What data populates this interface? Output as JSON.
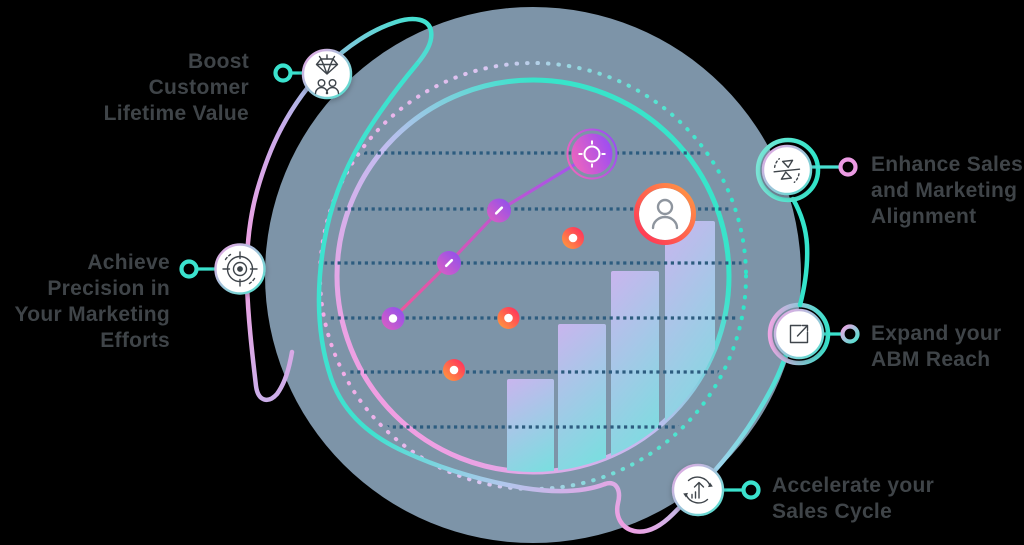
{
  "diagram_title": "ABM benefits circular infographic",
  "labels": {
    "boost": {
      "lines": [
        "Boost",
        "Customer",
        "Lifetime Value"
      ]
    },
    "achieve": {
      "lines": [
        "Achieve",
        "Precision in",
        "Your Marketing",
        "Efforts"
      ]
    },
    "enhance": {
      "lines": [
        "Enhance Sales",
        "and Marketing",
        "Alignment"
      ]
    },
    "expand": {
      "lines": [
        "Expand your",
        "ABM Reach"
      ]
    },
    "accelerate": {
      "lines": [
        "Accelerate your",
        "Sales Cycle"
      ]
    }
  },
  "icons": [
    "diamond-people-icon",
    "target-bullseye-icon",
    "align-triangles-icon",
    "expand-square-icon",
    "accelerate-cycle-icon",
    "person-icon",
    "crosshair-icon"
  ],
  "colors": {
    "background": "#000000",
    "big_circle_fill": "#7d94a8",
    "grid_dot": "#2d5c7f",
    "text": "#3f4448",
    "accent_teal": "#3be2ce",
    "accent_pink": "#f2a0e1",
    "accent_purple": "#9d55f2",
    "bar_top": "#c9b5ee",
    "bar_bottom": "#7edfe0",
    "red_dot": "#ff2e60",
    "orange": "#ff9a43"
  },
  "center_graphic": {
    "type": "decorative bar and line chart",
    "gridline_rows": 6,
    "bars_relative_heights": [
      0.34,
      0.55,
      0.75,
      0.95
    ],
    "line_points_on_rows_from_top": [
      4,
      3,
      2,
      1
    ],
    "scatter_red_dots": 3,
    "legend": "no axis labels or numeric values shown"
  }
}
